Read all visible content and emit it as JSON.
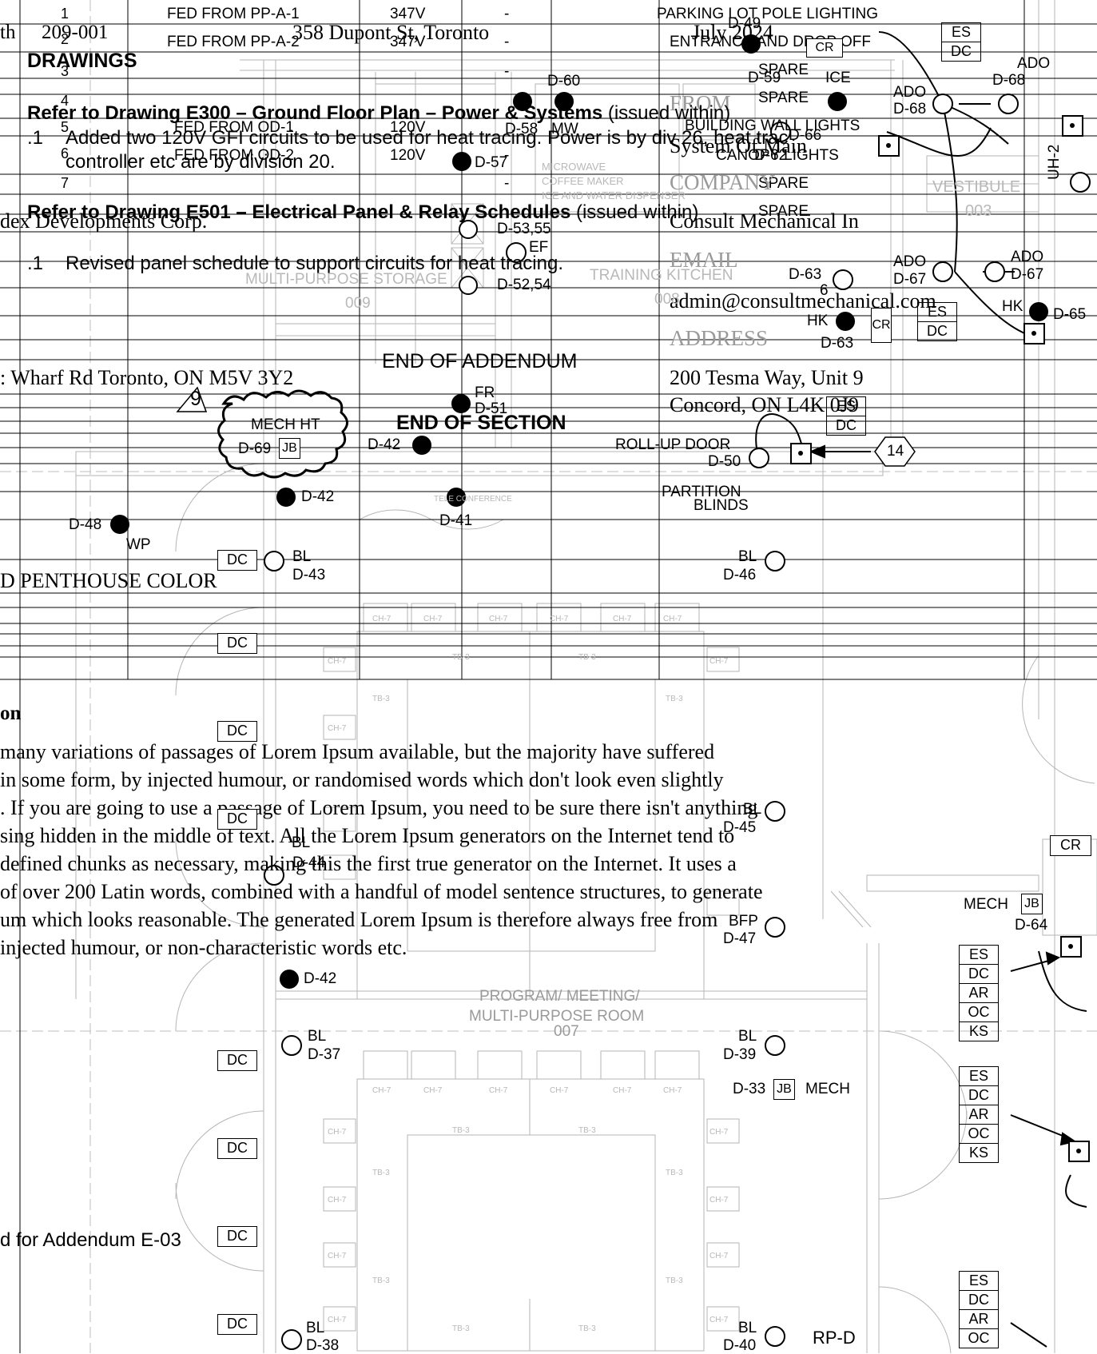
{
  "header": {
    "project_number_fragment": "th",
    "project_number": "209-001",
    "project_address": "358 Dupont St, Toronto",
    "date": "July 2024",
    "from_label": "FROM",
    "from_value": "System Of Main",
    "company_label": "COMPANY",
    "company_value": "Consult Mechanical In",
    "email_label": "EMAIL",
    "email_value": "admin@consultmechanical.com",
    "address_label": "ADDRESS",
    "address_line1": "200 Tesma Way, Unit 9",
    "address_line2": "Concord, ON L4K 0J9",
    "client_fragment": "dex Developments Corp.",
    "client_address_fragment": ": Wharf Rd Toronto, ON M5V 3Y2",
    "penthouse_fragment": "D PENTHOUSE COLOR"
  },
  "addendum": {
    "drawings_heading": "DRAWINGS",
    "item1_title": "Refer to Drawing E300 – Ground Floor Plan – Power & Systems",
    "item1_suffix": "(issued within)",
    "item1_num": ".1",
    "item1_line1": "Added two 120V GFI circuits to be used for heat tracing. Power is by div 26, heat trac",
    "item1_line2": "controller etc are by division 20.",
    "item2_title": "Refer to Drawing E501 – Electrical Panel & Relay Schedules",
    "item2_suffix": "(issued within)",
    "item2_num": ".1",
    "item2_line1": "Revised panel schedule to support circuits for heat tracing.",
    "end_addendum": "END OF ADDENDUM",
    "end_section": "END OF SECTION",
    "footer_note": "d for Addendum E-03"
  },
  "schedule": {
    "row_numbers": [
      "1",
      "2",
      "3",
      "4",
      "5",
      "6",
      "7"
    ],
    "feeds": [
      "FED FROM PP-A-1",
      "FED FROM PP-A-2",
      "FED FROM OD-1",
      "FED FROM OD-2"
    ],
    "voltages": [
      "347V",
      "347V",
      "120V",
      "120V"
    ],
    "dashes": [
      "-",
      "-",
      "-",
      "-",
      "-"
    ],
    "loads": [
      "PARKING LOT POLE LIGHTING",
      "ENTRANCE AND DROP OFF",
      "SPARE",
      "SPARE",
      "BUILDING WALL LIGHTS",
      "CANOPY LIGHTS",
      "SPARE",
      "SPARE"
    ]
  },
  "lorem": {
    "heading_fragment": "on",
    "lines": [
      "many variations of passages of Lorem Ipsum available, but the majority have suffered",
      "in some form, by injected humour, or randomised words which don't look even slightly",
      ". If you are going to use a passage of Lorem Ipsum, you need to be sure there isn't anything",
      "sing hidden in the middle of text. All the Lorem Ipsum generators on the Internet tend to",
      "defined chunks as necessary, making this the first true generator on the Internet. It uses a",
      "of over 200 Latin words, combined with a handful of model sentence structures, to generate",
      "um which looks reasonable. The generated Lorem Ipsum is therefore always free from",
      " injected humour, or non-characteristic words etc."
    ]
  },
  "plan": {
    "rooms": {
      "multi_purpose_storage": "MULTI-PURPOSE STORAGE",
      "storage_num": "009",
      "training_kitchen": "TRAINING KITCHEN",
      "kitchen_num": "008",
      "vestibule": "VESTIBULE",
      "vestibule_num": "003",
      "program_meeting_1": "PROGRAM/ MEETING/",
      "program_meeting_2": "MULTI-PURPOSE ROOM",
      "meeting_num": "007",
      "mech_ht": "MECH HT",
      "microwave": "MICROWAVE",
      "coffee_maker": "COFFEE MAKER",
      "ice_water": "ICE AND WATER DISPENSER",
      "tele_conference": "TELE CONFERENCE"
    },
    "devices": {
      "d60": "D-60",
      "d58": "D-58",
      "mw": "MW",
      "d57": "D-57",
      "d53": "D-53,55",
      "ef": "EF",
      "d52": "D-52,54",
      "d51": "D-51",
      "fr": "FR",
      "d42a": "D-42",
      "d42b": "D-42",
      "d42c": "D-42",
      "d41": "D-41",
      "d48": "D-48",
      "wp": "WP",
      "d69": "D-69",
      "jb": "JB",
      "d43": "D-43",
      "bl": "BL",
      "d46": "D-46",
      "d49": "D-49",
      "d59": "D-59",
      "ice": "ICE",
      "d62": "D-62",
      "d63a": "D-63",
      "d63b": "D-63",
      "hk": "HK",
      "d65": "D-65",
      "d66": "D-66",
      "d67a": "D-67",
      "d67b": "D-67",
      "d68a": "D-68",
      "d68b": "D-68",
      "ado": "ADO",
      "d50": "D-50",
      "rollup": "ROLL-UP DOOR",
      "partition": "PARTITION",
      "blinds": "BLINDS",
      "d45": "D-45",
      "d44": "D-44",
      "d47": "D-47",
      "bfp": "BFP",
      "d37": "D-37",
      "d39": "D-39",
      "d33": "D-33",
      "mech": "MECH",
      "d38": "D-38",
      "d40": "D-40",
      "rpd": "RP-D",
      "d64": "D-64",
      "uh2": "UH-2",
      "tag9": "9",
      "tag14": "14",
      "six": "6"
    },
    "panel_labels": {
      "es": "ES",
      "dc": "DC",
      "ar": "AR",
      "oc": "OC",
      "ks": "KS",
      "cr": "CR"
    },
    "furniture": {
      "ch7": "CH-7",
      "tb3": "TB-3"
    }
  },
  "colors": {
    "line": "#000000",
    "faint": "#b5b5b5",
    "text_gray": "#8f8f8f"
  }
}
